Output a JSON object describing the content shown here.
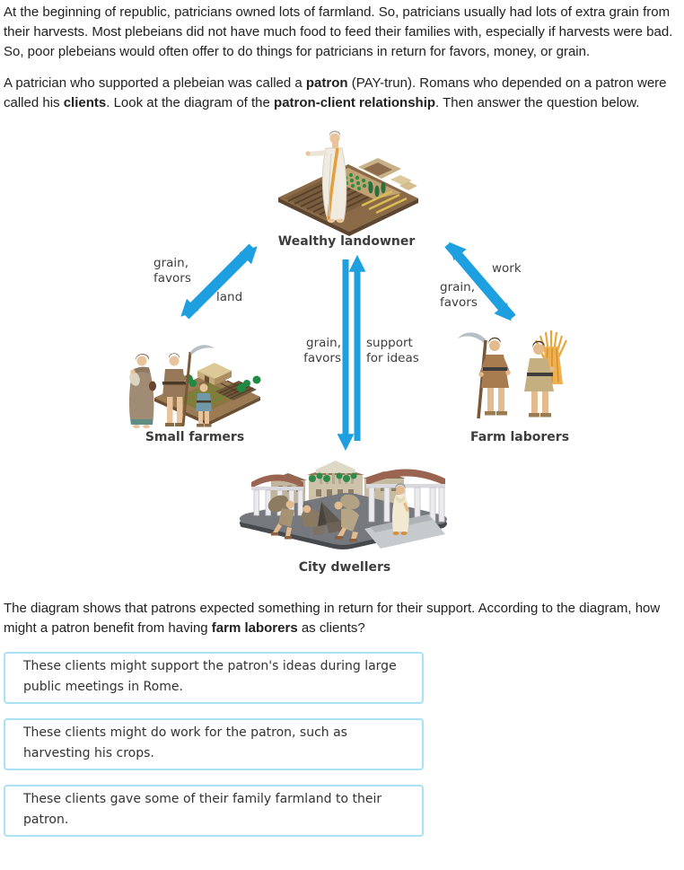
{
  "theme": {
    "arrow_blue": "#1e9fe0",
    "choice_border": "#abe1f5",
    "body_text_color": "#212121",
    "diagram_label_color": "#3d3d3d"
  },
  "intro": {
    "p1": "At the beginning of republic, patricians owned lots of farmland. So, patricians usually had lots of extra grain from their harvests. Most plebeians did not have much food to feed their families with, especially if harvests were bad. So, poor plebeians would often offer to do things for patricians in return for favors, money, or grain.",
    "p2": {
      "t1": "A patrician who supported a plebeian was called a ",
      "b1": "patron",
      "t2": " (PAY-trun). Romans who depended on a patron were called his ",
      "b2": "clients",
      "t3": ". Look at the diagram of the ",
      "b3": "patron-client relationship",
      "t4": ". Then answer the question below."
    }
  },
  "diagram": {
    "nodes": {
      "landowner": "Wealthy landowner",
      "small_farmers": "Small farmers",
      "farm_laborers": "Farm laborers",
      "city_dwellers": "City dwellers"
    },
    "flows": {
      "landowner_to_small_farmers": "grain, favors",
      "small_farmers_to_landowner": "land",
      "landowner_to_city_dwellers": "grain, favors",
      "city_dwellers_to_landowner": "support for ideas",
      "landowner_to_farm_laborers": "grain, favors",
      "farm_laborers_to_landowner": "work"
    }
  },
  "question": {
    "t1": "The diagram shows that patrons expected something in return for their support. According to the diagram, how might a patron benefit from having ",
    "b1": "farm laborers",
    "t2": " as clients?"
  },
  "choices": [
    {
      "text": "These clients might support the patron's ideas during large public meetings in Rome."
    },
    {
      "text": "These clients might do work for the patron, such as harvesting his crops."
    },
    {
      "text": "These clients gave some of their family farmland to their patron."
    }
  ]
}
